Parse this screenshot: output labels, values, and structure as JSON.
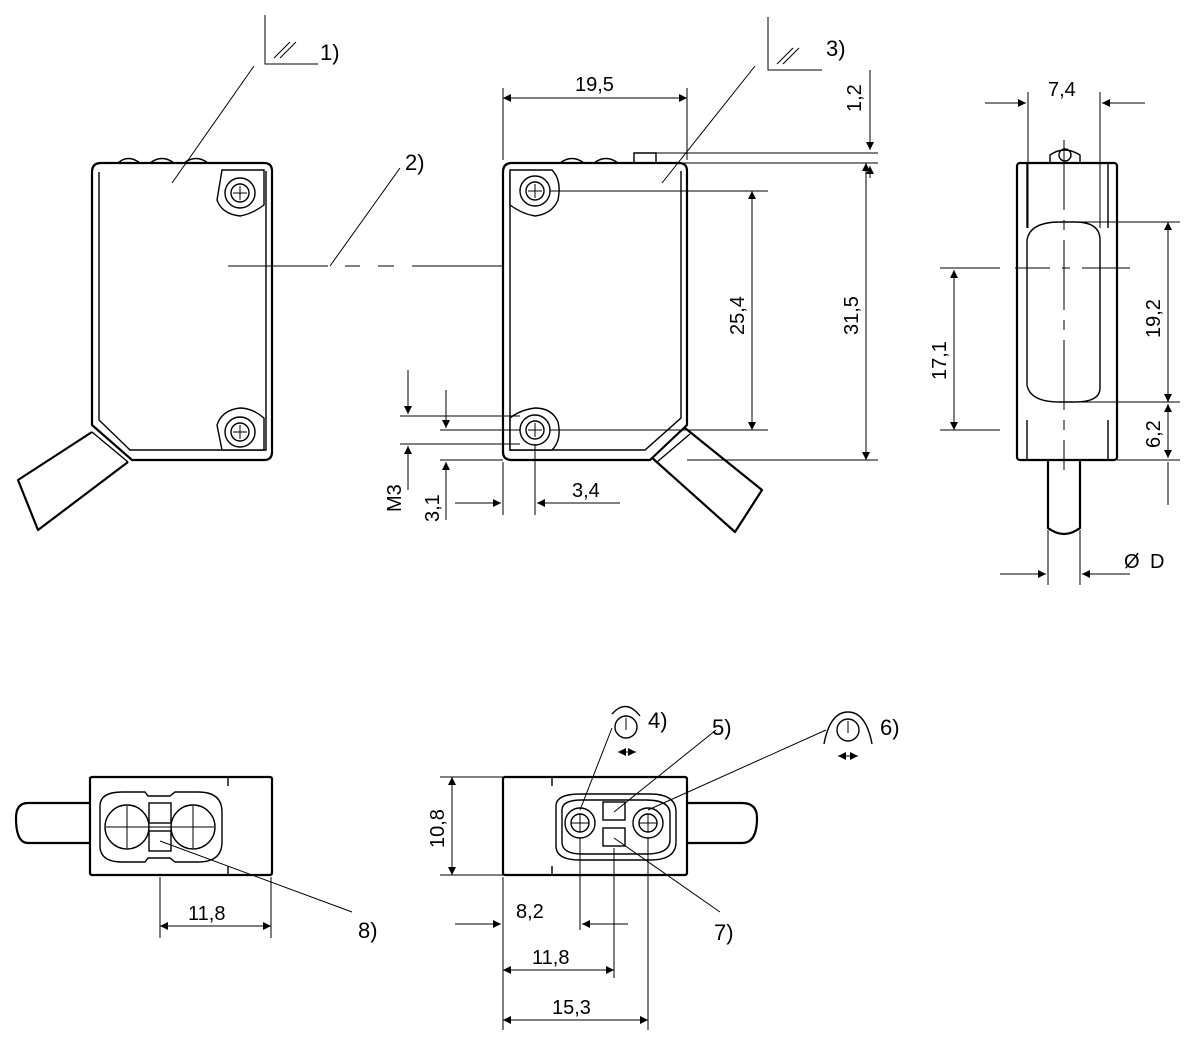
{
  "diagram": {
    "callouts": {
      "c1": "1)",
      "c2": "2)",
      "c3": "3)",
      "c4": "4)",
      "c5": "5)",
      "c6": "6)",
      "c7": "7)",
      "c8": "8)"
    },
    "dimensions": {
      "width_front": "19,5",
      "top_offset": "1,2",
      "hole_spacing": "25,4",
      "height_total": "31,5",
      "thread": "M3",
      "hole_edge_v": "3,1",
      "hole_edge_h": "3,4",
      "side_width": "7,4",
      "side_lens_center": "17,1",
      "side_lens_height": "19,2",
      "side_lens_bottom": "6,2",
      "cable_diameter": "D",
      "cable_diameter_symbol": "Ø",
      "bottom_height": "10,8",
      "bottom_left_span": "11,8",
      "bottom_8_2": "8,2",
      "bottom_11_8": "11,8",
      "bottom_15_3": "15,3"
    }
  }
}
